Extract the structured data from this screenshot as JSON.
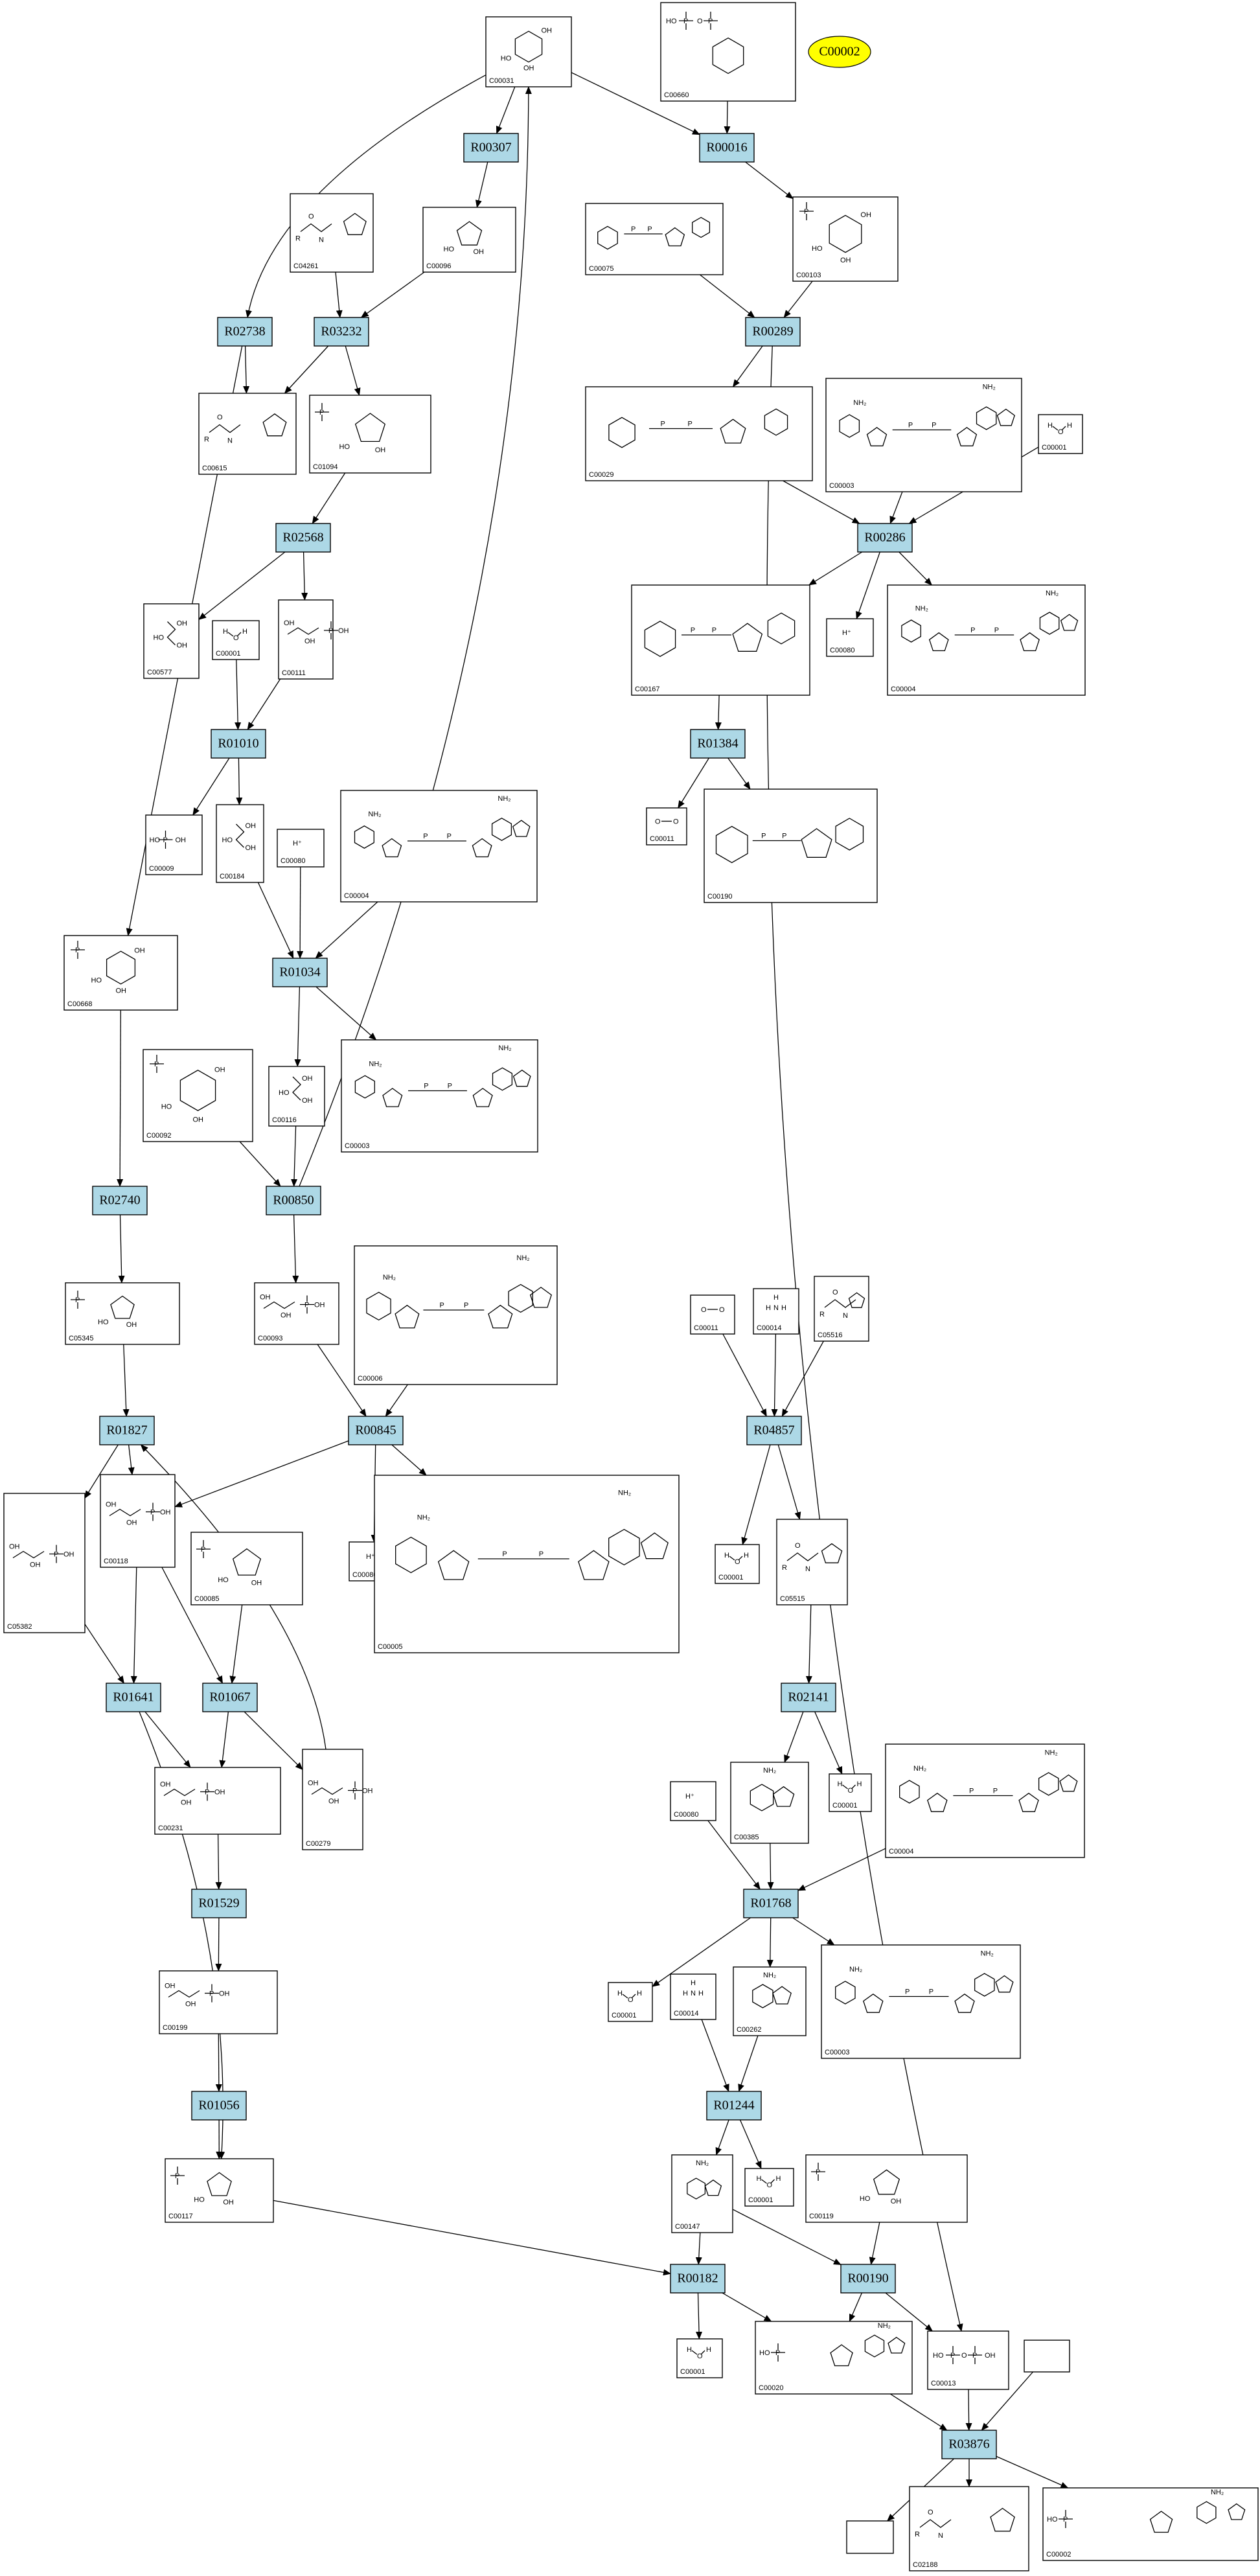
{
  "map_badge": "C00002",
  "reactions": [
    {
      "id": "R00307"
    },
    {
      "id": "R00016"
    },
    {
      "id": "R02738"
    },
    {
      "id": "R03232"
    },
    {
      "id": "R00289"
    },
    {
      "id": "R02568"
    },
    {
      "id": "R00286"
    },
    {
      "id": "R01010"
    },
    {
      "id": "R01384"
    },
    {
      "id": "R01034"
    },
    {
      "id": "R02740"
    },
    {
      "id": "R00850"
    },
    {
      "id": "R01827"
    },
    {
      "id": "R00845"
    },
    {
      "id": "R04857"
    },
    {
      "id": "R01641"
    },
    {
      "id": "R01067"
    },
    {
      "id": "R02141"
    },
    {
      "id": "R01529"
    },
    {
      "id": "R01768"
    },
    {
      "id": "R01056"
    },
    {
      "id": "R01244"
    },
    {
      "id": "R00182"
    },
    {
      "id": "R00190"
    },
    {
      "id": "R03876"
    }
  ],
  "compounds": [
    {
      "id": "C00031",
      "kind": "hexose"
    },
    {
      "id": "C00660",
      "kind": "sugar-phosphate"
    },
    {
      "id": "C00096",
      "kind": "pentose"
    },
    {
      "id": "C04261",
      "kind": "amino-acid"
    },
    {
      "id": "C00075",
      "kind": "nucleotide-sugar"
    },
    {
      "id": "C00103",
      "kind": "hexose-phosphate"
    },
    {
      "id": "C00615",
      "kind": "amino-acid"
    },
    {
      "id": "C01094",
      "kind": "pentose-phosphate"
    },
    {
      "id": "C00029",
      "kind": "nucleotide-sugar"
    },
    {
      "id": "C00003",
      "kind": "dinucleotide"
    },
    {
      "id": "C00001",
      "kind": "water"
    },
    {
      "id": "C00577",
      "kind": "triose"
    },
    {
      "id": "C00001",
      "kind": "water"
    },
    {
      "id": "C00111",
      "kind": "triose-phosphate"
    },
    {
      "id": "C00167",
      "kind": "nucleotide-sugar"
    },
    {
      "id": "C00080",
      "kind": "proton"
    },
    {
      "id": "C00004",
      "kind": "dinucleotide"
    },
    {
      "id": "C00009",
      "kind": "phosphate"
    },
    {
      "id": "C00184",
      "kind": "triose"
    },
    {
      "id": "C00080",
      "kind": "proton"
    },
    {
      "id": "C00004",
      "kind": "dinucleotide"
    },
    {
      "id": "C00011",
      "kind": "co2"
    },
    {
      "id": "C00190",
      "kind": "nucleotide-sugar"
    },
    {
      "id": "C00668",
      "kind": "hexose-phosphate"
    },
    {
      "id": "C00092",
      "kind": "hexose-phosphate"
    },
    {
      "id": "C00116",
      "kind": "triol"
    },
    {
      "id": "C00003",
      "kind": "dinucleotide"
    },
    {
      "id": "C05345",
      "kind": "furanose-phosphate"
    },
    {
      "id": "C00093",
      "kind": "triose-phosphate"
    },
    {
      "id": "C00006",
      "kind": "dinucleotide"
    },
    {
      "id": "C00011",
      "kind": "co2"
    },
    {
      "id": "C00014",
      "kind": "ammonia"
    },
    {
      "id": "C05516",
      "kind": "amino-acid"
    },
    {
      "id": "C05382",
      "kind": "chain-phosphate"
    },
    {
      "id": "C00118",
      "kind": "triose-phosphate"
    },
    {
      "id": "C00085",
      "kind": "furanose-phosphate"
    },
    {
      "id": "C00080",
      "kind": "proton"
    },
    {
      "id": "C00005",
      "kind": "dinucleotide"
    },
    {
      "id": "C00001",
      "kind": "water"
    },
    {
      "id": "C05515",
      "kind": "amino-acid"
    },
    {
      "id": "C00231",
      "kind": "chain-phosphate"
    },
    {
      "id": "C00279",
      "kind": "chain-phosphate"
    },
    {
      "id": "C00385",
      "kind": "purine"
    },
    {
      "id": "C00001",
      "kind": "water"
    },
    {
      "id": "C00080",
      "kind": "proton"
    },
    {
      "id": "C00004",
      "kind": "dinucleotide"
    },
    {
      "id": "C00199",
      "kind": "chain-phosphate"
    },
    {
      "id": "C00001",
      "kind": "water"
    },
    {
      "id": "C00262",
      "kind": "purine"
    },
    {
      "id": "C00003",
      "kind": "dinucleotide"
    },
    {
      "id": "C00014",
      "kind": "ammonia"
    },
    {
      "id": "C00117",
      "kind": "pentose-phosphate"
    },
    {
      "id": "C00147",
      "kind": "purine"
    },
    {
      "id": "C00001",
      "kind": "water"
    },
    {
      "id": "C00119",
      "kind": "pentose-phosphate"
    },
    {
      "id": "C00001",
      "kind": "water"
    },
    {
      "id": "C00020",
      "kind": "nucleotide"
    },
    {
      "id": "C00013",
      "kind": "diphosphate"
    },
    {
      "id": "",
      "kind": "empty"
    },
    {
      "id": "",
      "kind": "empty"
    },
    {
      "id": "C02188",
      "kind": "amino-acid"
    },
    {
      "id": "C00002",
      "kind": "nucleotide"
    }
  ]
}
